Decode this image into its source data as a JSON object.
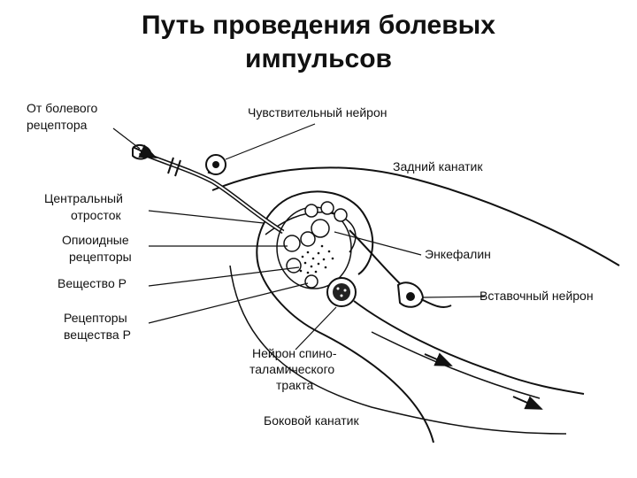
{
  "title": {
    "line1": "Путь проведения болевых",
    "line2": "импульсов"
  },
  "labels": {
    "pain_receptor_1": "От болевого",
    "pain_receptor_2": "рецептора",
    "sensory_neuron": "Чувствительный нейрон",
    "dorsal_column": "Задний канатик",
    "central_process_1": "Центральный",
    "central_process_2": "отросток",
    "opioid_receptors_1": "Опиоидные",
    "opioid_receptors_2": "рецепторы",
    "enkephalin": "Энкефалин",
    "substance_p": "Вещество Р",
    "interneuron": "Вставочный нейрон",
    "sp_receptors_1": "Рецепторы",
    "sp_receptors_2": "вещества Р",
    "spinothalamic_1": "Нейрон спино-",
    "spinothalamic_2": "таламического",
    "spinothalamic_3": "тракта",
    "lateral_column": "Боковой канатик"
  },
  "colors": {
    "ink": "#111111",
    "background": "#ffffff"
  }
}
